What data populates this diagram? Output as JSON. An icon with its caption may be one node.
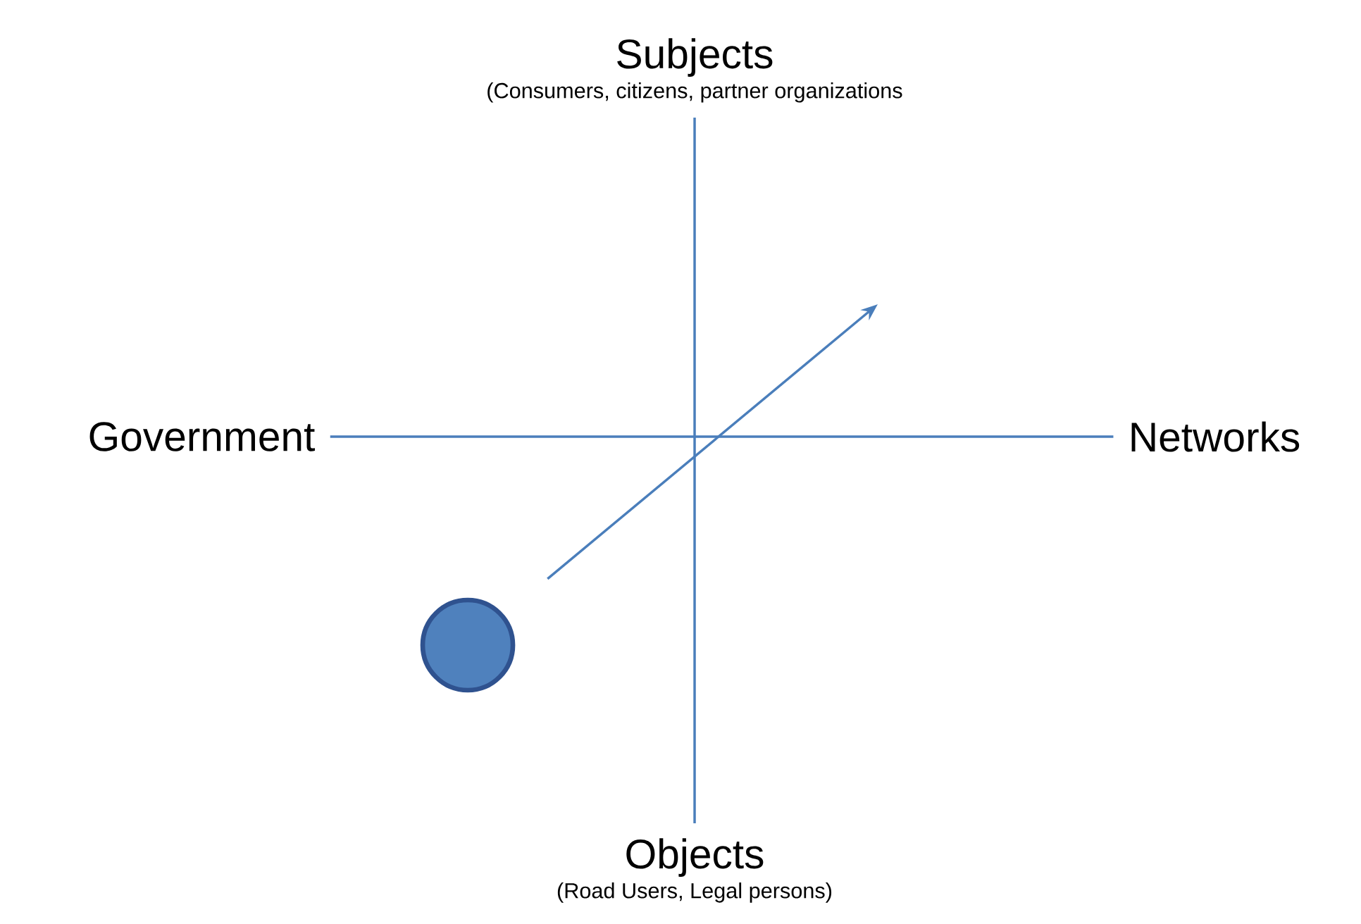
{
  "diagram": {
    "nodes": [
      {
        "text": [
          "Subjects",
          "(Consumers, citizens, partner organizations"
        ]
      },
      {
        "text": [
          "Government"
        ]
      },
      {
        "text": [
          "Networks"
        ]
      },
      {
        "text": [
          "Objects",
          "(Road Users, Legal persons)"
        ]
      },
      {
        "text": [],
        "shape": "circle"
      }
    ],
    "edges": [
      {
        "from": 1,
        "to": 2,
        "arrow": "none"
      },
      {
        "from": 0,
        "to": 3,
        "arrow": "none"
      },
      {
        "from": 4,
        "to": null,
        "arrow": "to"
      }
    ]
  }
}
